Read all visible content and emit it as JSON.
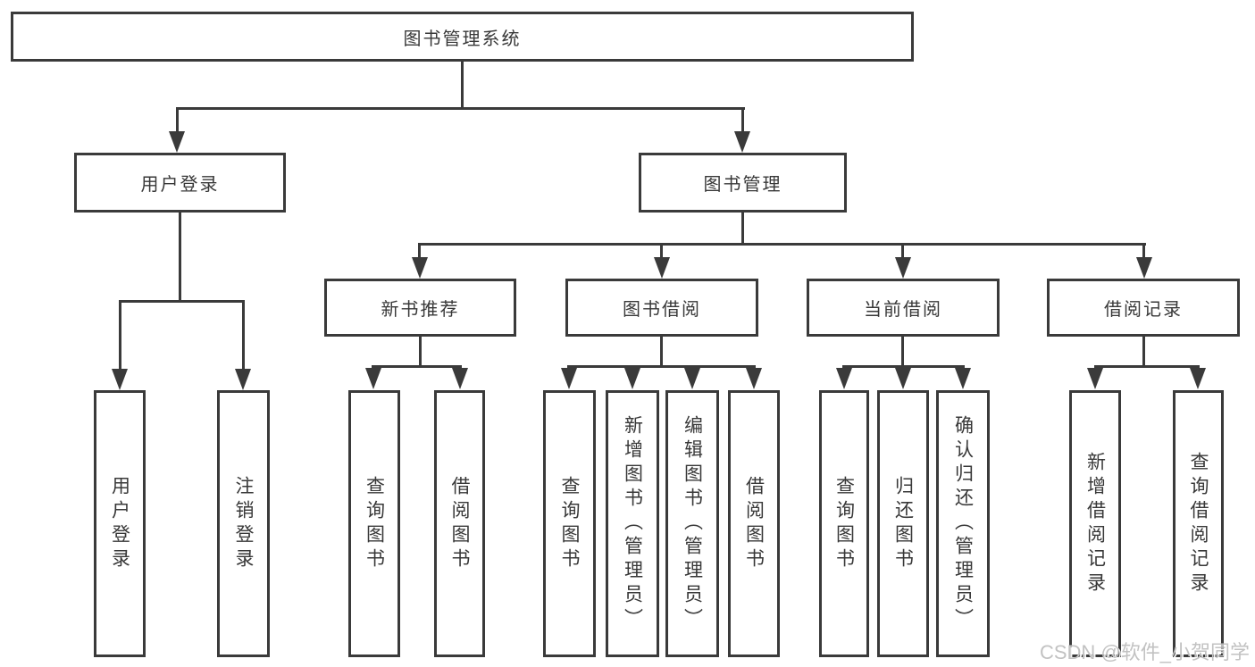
{
  "tree": {
    "root": "图书管理系统",
    "branches": [
      {
        "label": "用户登录",
        "children": [
          "用户登录",
          "注销登录"
        ]
      },
      {
        "label": "图书管理",
        "groups": [
          {
            "label": "新书推荐",
            "children": [
              "查询图书",
              "借阅图书"
            ]
          },
          {
            "label": "图书借阅",
            "children": [
              "查询图书",
              "新增图书（管理员）",
              "编辑图书（管理员）",
              "借阅图书"
            ]
          },
          {
            "label": "当前借阅",
            "children": [
              "查询图书",
              "归还图书",
              "确认归还（管理员）"
            ]
          },
          {
            "label": "借阅记录",
            "children": [
              "新增借阅记录",
              "查询借阅记录"
            ]
          }
        ]
      }
    ]
  },
  "watermark": "CSDN @软件_小贺同学",
  "colors": {
    "line": "#3a3a3a",
    "text": "#383838",
    "background": "#ffffff",
    "watermark": "#c2c2c2"
  }
}
